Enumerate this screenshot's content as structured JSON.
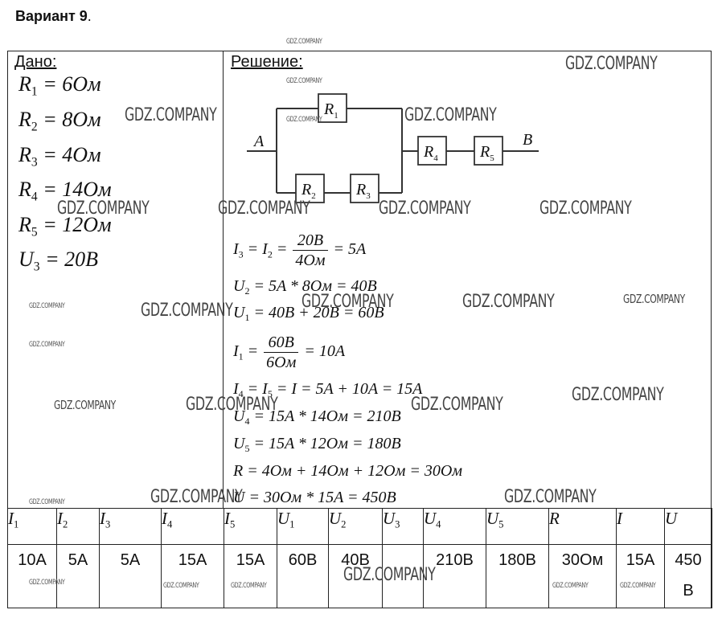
{
  "title": {
    "text": "Вариант 9",
    "dot": "."
  },
  "given": {
    "heading": "Дано:",
    "items": [
      {
        "sym": "R",
        "sub": "1",
        "value": "= 6Ом"
      },
      {
        "sym": "R",
        "sub": "2",
        "value": "= 8Ом"
      },
      {
        "sym": "R",
        "sub": "3",
        "value": "= 4Ом"
      },
      {
        "sym": "R",
        "sub": "4",
        "value": "= 14Ом"
      },
      {
        "sym": "R",
        "sub": "5",
        "value": "= 12Ом"
      },
      {
        "sym": "U",
        "sub": "3",
        "value": "= 20В"
      }
    ]
  },
  "solution": {
    "heading": "Решение:",
    "circuit": {
      "terminal_a": "A",
      "terminal_b": "B",
      "resistors": [
        {
          "sym": "R",
          "sub": "1"
        },
        {
          "sym": "R",
          "sub": "2"
        },
        {
          "sym": "R",
          "sub": "3"
        },
        {
          "sym": "R",
          "sub": "4"
        },
        {
          "sym": "R",
          "sub": "5"
        }
      ]
    },
    "eq1": {
      "lhs1": "I",
      "sub1": "3",
      "mid": " = I",
      "sub2": "2",
      "eqsign": " = ",
      "num": "20B",
      "den": "4Ом",
      "rhs": " = 5A"
    },
    "eq2": {
      "lhs": "U",
      "sub": "2",
      "rhs": " = 5A * 8Ом = 40B"
    },
    "eq3": {
      "lhs": "U",
      "sub": "1",
      "rhs": " = 40B + 20B = 60B"
    },
    "eq4": {
      "lhs": "I",
      "sub": "1",
      "eqsign": " = ",
      "num": "60B",
      "den": "6Ом",
      "rhs": " = 10A"
    },
    "eq5": {
      "lhs1": "I",
      "sub1": "4",
      "mid": " = I",
      "sub2": "5",
      "rhs": " = I = 5A + 10A = 15A"
    },
    "eq6": {
      "lhs": "U",
      "sub": "4",
      "rhs": " = 15A * 14Ом = 210B"
    },
    "eq7": {
      "lhs": "U",
      "sub": "5",
      "rhs": " = 15A * 12Ом = 180B"
    },
    "eq8": {
      "text": "R = 4Ом + 14Ом + 12Ом = 30Ом"
    },
    "eq9": {
      "text": "U = 30Ом * 15A = 450B"
    }
  },
  "results_table": {
    "headers": [
      {
        "sym": "I",
        "sub": "1"
      },
      {
        "sym": "I",
        "sub": "2"
      },
      {
        "sym": "I",
        "sub": "3"
      },
      {
        "sym": "I",
        "sub": "4"
      },
      {
        "sym": "I",
        "sub": "5"
      },
      {
        "sym": "U",
        "sub": "1"
      },
      {
        "sym": "U",
        "sub": "2"
      },
      {
        "sym": "U",
        "sub": "3"
      },
      {
        "sym": "U",
        "sub": "4"
      },
      {
        "sym": "U",
        "sub": "5"
      },
      {
        "sym": "R",
        "sub": ""
      },
      {
        "sym": "I",
        "sub": ""
      },
      {
        "sym": "U",
        "sub": ""
      }
    ],
    "values": [
      "10A",
      "5A",
      "5A",
      "15A",
      "15A",
      "60B",
      "40B",
      "",
      "210B",
      "180B",
      "30Ом",
      "15A",
      "450 B"
    ]
  },
  "watermark": "GDZ.COMPANY"
}
